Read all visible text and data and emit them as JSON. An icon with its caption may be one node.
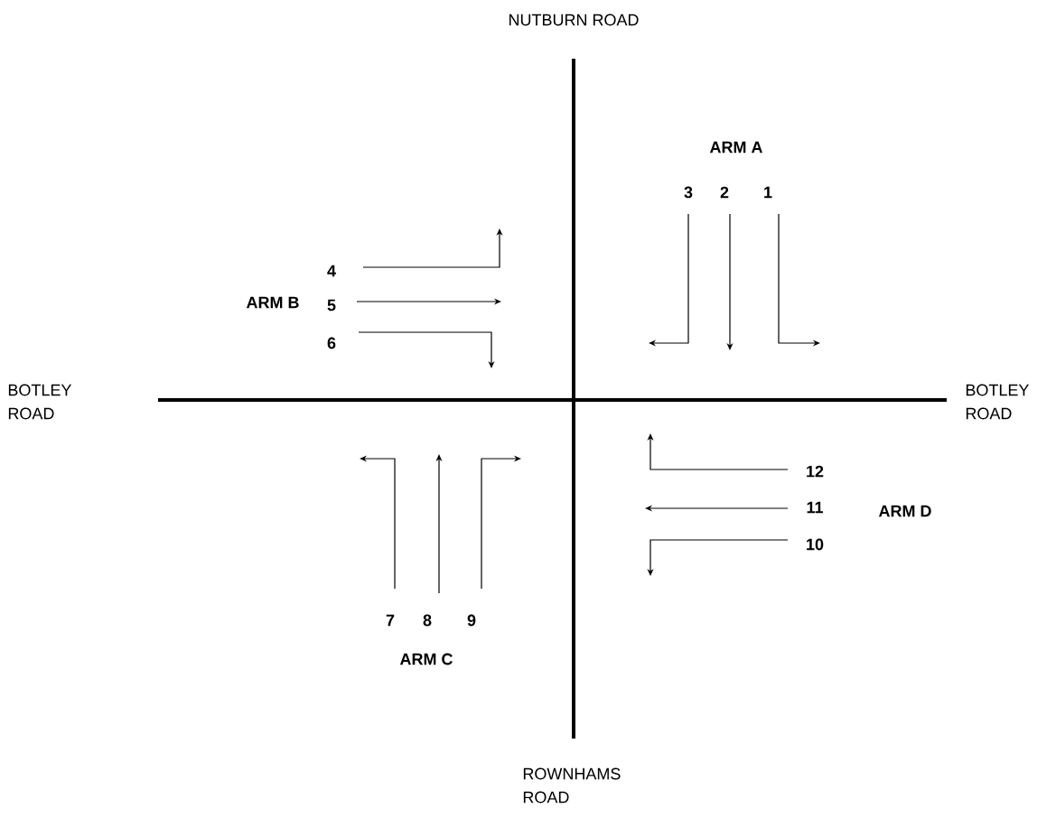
{
  "diagram": {
    "labels": [
      "NUTBURN ROAD",
      "ARM A",
      "3",
      "2",
      "1",
      "4",
      "ARM B",
      "5",
      "6",
      "BOTLEY ROAD",
      "BOTLEY ROAD",
      "12",
      "11",
      "ARM D",
      "10",
      "7",
      "8",
      "9",
      "ARM C",
      "ROWNHAMS ROAD"
    ]
  }
}
